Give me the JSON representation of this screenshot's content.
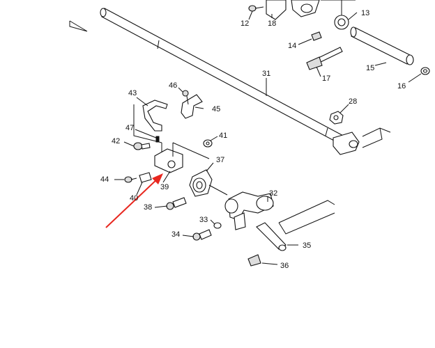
{
  "diagram": {
    "labels": {
      "p12": "12",
      "p13": "13",
      "p14": "14",
      "p15": "15",
      "p16": "16",
      "p17": "17",
      "p18": "18",
      "p28": "28",
      "p31": "31",
      "p32": "32",
      "p33": "33",
      "p34": "34",
      "p35": "35",
      "p36": "36",
      "p37": "37",
      "p38": "38",
      "p39": "39",
      "p40": "40",
      "p41": "41",
      "p42": "42",
      "p43": "43",
      "p44": "44",
      "p45": "45",
      "p46": "46",
      "p47": "47"
    },
    "colors": {
      "line": "#111111",
      "arrow": "#e8271f",
      "background": "#ffffff"
    }
  }
}
